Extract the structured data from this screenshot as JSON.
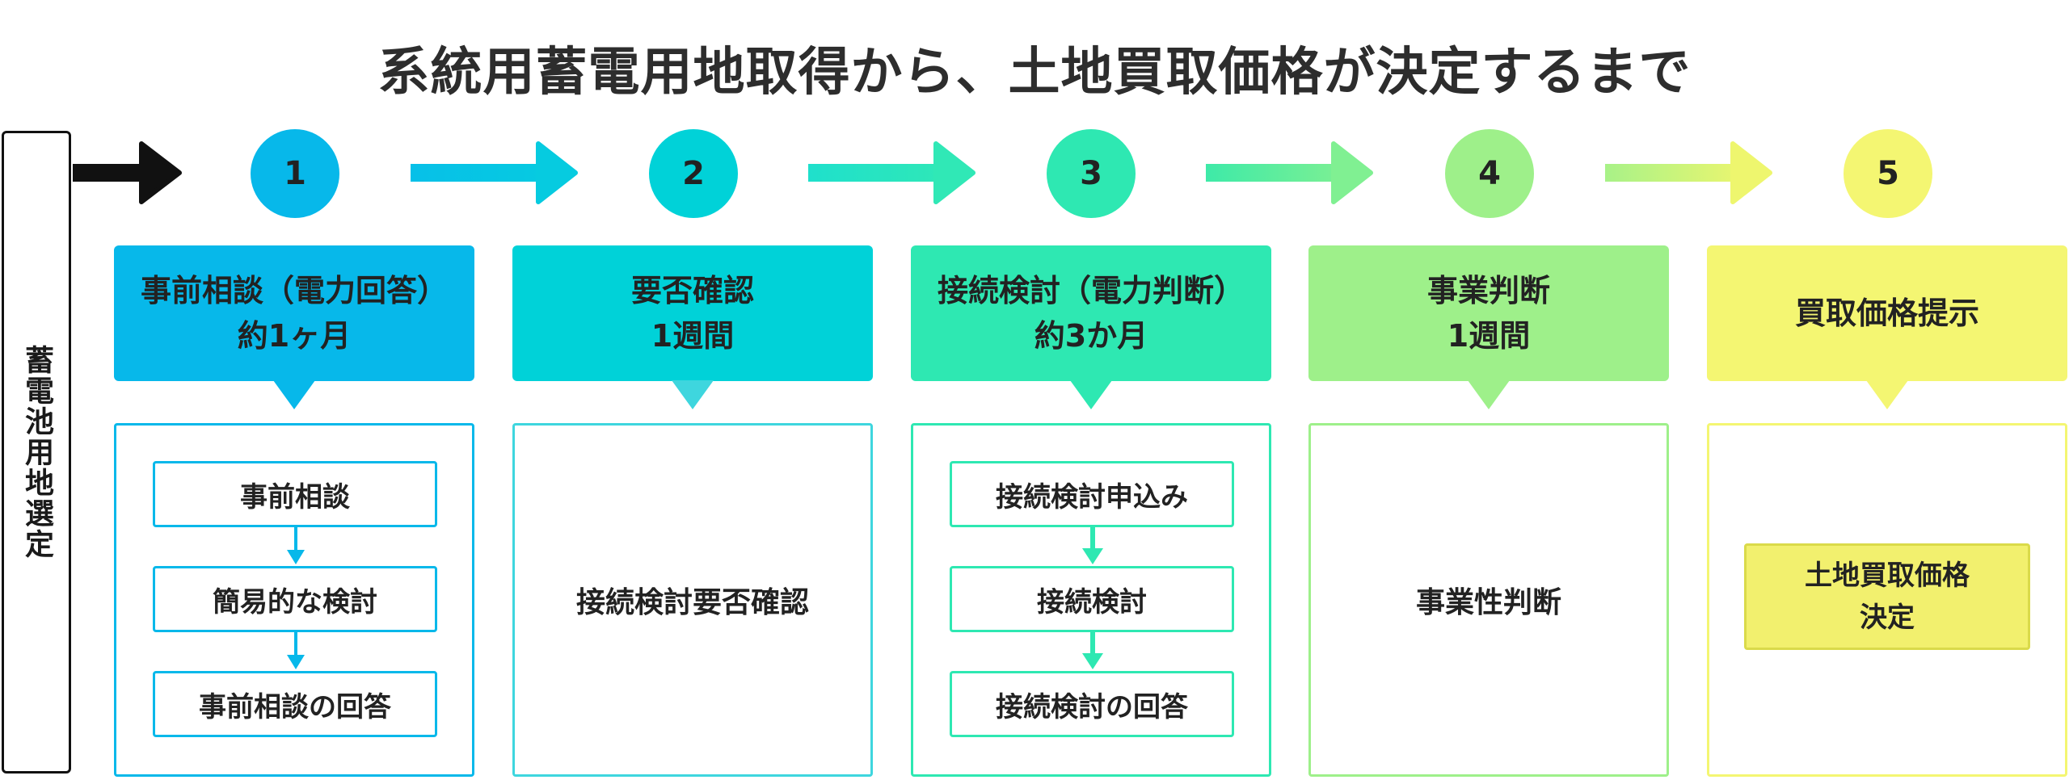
{
  "title": "系統用蓄電用地取得から、土地買取価格が決定するまで",
  "side_label": "蓄電池用地選定",
  "colors": {
    "step1": "#07b8ea",
    "step2": "#00d2d8",
    "step3": "#2ee8b2",
    "step4": "#9ef08a",
    "step5": "#f4f672",
    "start_arrow": "#111111"
  },
  "steps": [
    {
      "number": "1",
      "header_line1": "事前相談（電力回答）",
      "header_line2": "約1ヶ月",
      "details": [
        "事前相談",
        "簡易的な検討",
        "事前相談の回答"
      ]
    },
    {
      "number": "2",
      "header_line1": "要否確認",
      "header_line2": "1週間",
      "detail": "接続検討要否確認"
    },
    {
      "number": "3",
      "header_line1": "接続検討（電力判断）",
      "header_line2": "約3か月",
      "details": [
        "接続検討申込み",
        "接続検討",
        "接続検討の回答"
      ]
    },
    {
      "number": "4",
      "header_line1": "事業判断",
      "header_line2": "1週間",
      "detail": "事業性判断"
    },
    {
      "number": "5",
      "header_line1": "買取価格提示",
      "final_line1": "土地買取価格",
      "final_line2": "決定"
    }
  ]
}
